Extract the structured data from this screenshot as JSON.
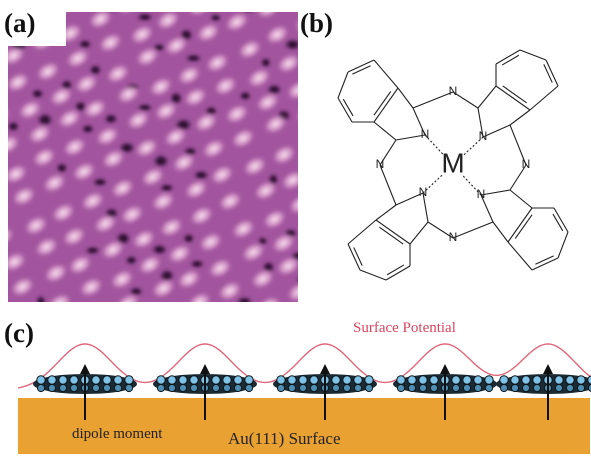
{
  "figure": {
    "panels": {
      "a": {
        "label": "(a)"
      },
      "b": {
        "label": "(b)",
        "atoms": {
          "nitrogen": "N",
          "metal": "M"
        }
      },
      "c": {
        "label": "(c)",
        "surface_potential_label": "Surface Potential",
        "dipole_label": "dipole moment",
        "surface_label": "Au(111) Surface"
      }
    },
    "colors": {
      "surface": "#E9A132",
      "potential_curve": "#E0667A",
      "potential_text": "#D9445E",
      "stm_dark": "#1a0a1a",
      "stm_mid": "#9a4a95",
      "stm_light": "#f6d4ea"
    }
  }
}
